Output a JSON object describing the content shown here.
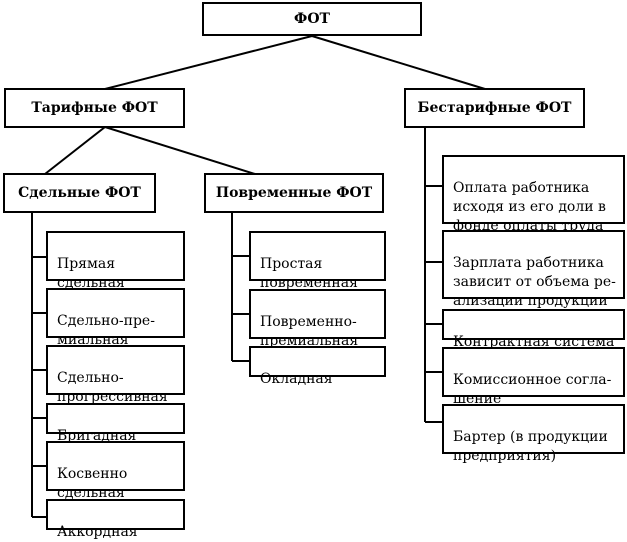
{
  "root": {
    "label": "ФОТ"
  },
  "tariff": {
    "label": "Тарифные ФОТ",
    "piece": {
      "label": "Сдельные ФОТ",
      "items": [
        {
          "label": "Прямая\nсдельная"
        },
        {
          "label": "Сдельно-пре-\nмиальная"
        },
        {
          "label": "Сдельно-\nпрогрессивная"
        },
        {
          "label": "Бригадная"
        },
        {
          "label": "Косвенно\nсдельная"
        },
        {
          "label": "Аккордная"
        }
      ]
    },
    "time": {
      "label": "Повременные ФОТ",
      "items": [
        {
          "label": "Простая\nповременная"
        },
        {
          "label": "Повременно-\nпремиальная"
        },
        {
          "label": "Окладная"
        }
      ]
    }
  },
  "nontariff": {
    "label": "Бестарифные ФОТ",
    "items": [
      {
        "label": "Оплата работника\nисходя из его доли в\nфонде оплаты труда"
      },
      {
        "label": "Зарплата работника\nзависит от объема ре-\nализации продукции"
      },
      {
        "label": "Контрактная система"
      },
      {
        "label": "Комиссионное согла-\nшение"
      },
      {
        "label": "Бартер (в продукции\nпредприятия)"
      }
    ]
  }
}
